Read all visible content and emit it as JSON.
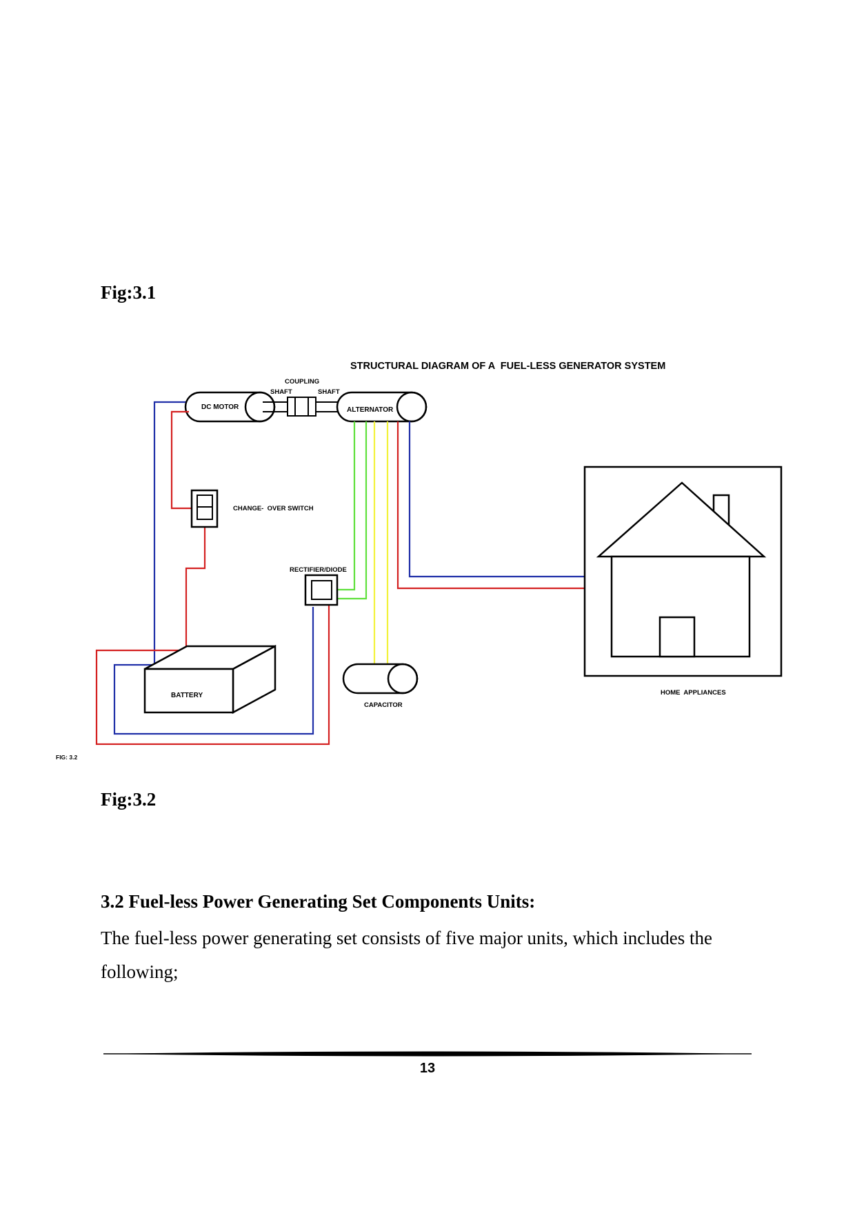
{
  "captions": {
    "fig_3_1": "Fig:3.1",
    "fig_3_2": "Fig:3.2"
  },
  "diagram": {
    "title": "STRUCTURAL DIAGRAM OF A  FUEL-LESS GENERATOR SYSTEM",
    "labels": {
      "dc_motor": "DC MOTOR",
      "coupling": "COUPLING",
      "shaft_left": "SHAFT",
      "shaft_right": "SHAFT",
      "alternator": "ALTERNATOR",
      "changeover_switch": "CHANGE-  OVER SWITCH",
      "rectifier": "RECTIFIER/DIODE",
      "battery": "BATTERY",
      "capacitor": "CAPACITOR",
      "home_appliances": "HOME  APPLIANCES",
      "fig_tag": "FIG: 3.2"
    },
    "wire_colors": {
      "blue": "#1f2fa8",
      "red": "#d42020",
      "green": "#5ee03a",
      "yellow": "#f2f23a"
    }
  },
  "section": {
    "heading": "3.2 Fuel-less Power Generating Set Components Units:",
    "body": "The fuel-less power generating set consists of five major units, which includes the following;"
  },
  "footer": {
    "page_number": "13"
  }
}
